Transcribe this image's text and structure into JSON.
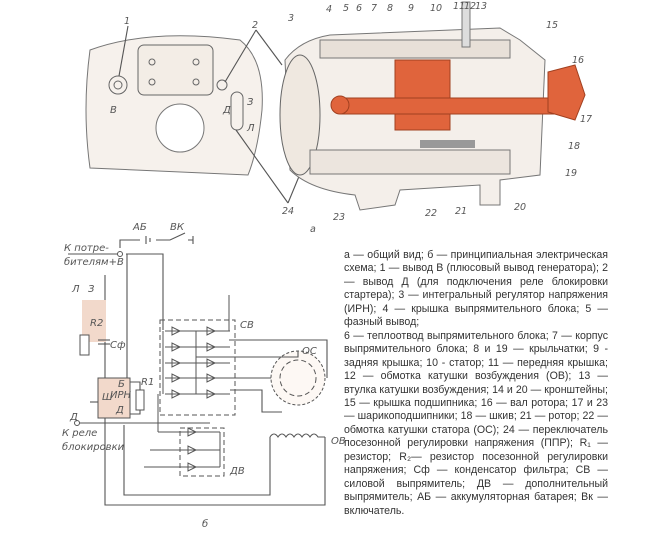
{
  "figure": {
    "part_labels": [
      "1",
      "2",
      "3",
      "4",
      "5",
      "6",
      "7",
      "8",
      "9",
      "10",
      "11",
      "12",
      "13",
      "15",
      "16",
      "17",
      "18",
      "19",
      "20",
      "21",
      "22",
      "23",
      "24"
    ],
    "subfigure_a": "а",
    "subfigure_b": "б",
    "terminal_labels": {
      "b": "В",
      "d": "Д",
      "z": "З",
      "l": "Л"
    },
    "accent_color": "#e0643c"
  },
  "schematic": {
    "battery": "АБ",
    "switch": "ВК",
    "consumers_line1": "К потре-",
    "consumers_line2": "бителям",
    "plus_b": "+В",
    "l": "Л",
    "z": "З",
    "r2": "R2",
    "cf": "Сф",
    "irn_b": "Б",
    "irn": "ИРН",
    "irn_d": "Д",
    "irn_sh": "Ш",
    "r1": "R1",
    "d": "Д",
    "relay_line1": "К реле",
    "relay_line2": "блокировки",
    "sv": "СВ",
    "os": "ОС",
    "ov": "ОВ",
    "dv": "ДВ"
  },
  "caption": {
    "paragraph1": "а — общий вид; б — принципиальная электрическая схема; 1 — вывод В (плюсовый вывод генератора); 2 — вывод Д (для подключения реле блокировки стартера); 3 — интегральный регулятор напряжения (ИРН); 4 — крышка выпрямительного блока; 5 — фазный вывод;",
    "paragraph2": "6 — теплоотвод выпрямительного блока; 7 — корпус выпрямительного блока; 8 и 19 — крыльчатки; 9 - задняя крышка; 10 - статор; 11 — передняя крышка; 12 — обмотка катушки возбуждения (ОВ); 13 — втулка катушки возбуждения; 14 и 20 — кронштейны; 15 — крышка подшипника; 16 — вал ротора; 17 и 23 — шарикоподшипники; 18 — шкив; 21 — ротор; 22 — обмотка катушки статора (ОС); 24 — переключатель посезонной регулировки напряжения (ППР); R₁ — резистор; R₂— резистор посезонной регулировки напряжения; Сф — конденсатор фильтра; СВ — силовой выпрямитель; ДВ — дополнительный выпрямитель; АБ — аккумуляторная батарея; Вк — включатель."
  }
}
